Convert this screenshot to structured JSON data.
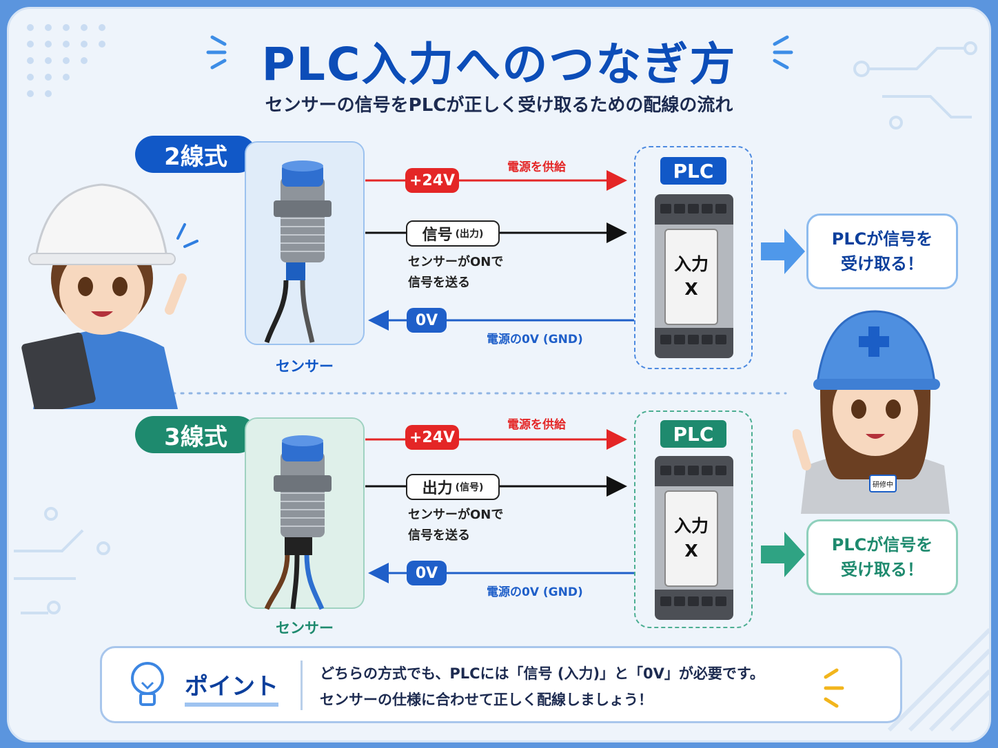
{
  "title": "PLC入力へのつなぎ方",
  "subtitle": "センサーの信号をPLCが正しく受け取るための配線の流れ",
  "two_wire": {
    "label": "2線式",
    "sensor_label": "センサー",
    "power": {
      "tag": "+24V",
      "caption": "電源を供給"
    },
    "signal": {
      "main": "信号",
      "sub": "(出力)"
    },
    "signal_note": [
      "センサーがONで",
      "信号を送る"
    ],
    "ground": {
      "tag": "0V",
      "caption": "電源の0V (GND)"
    },
    "plc": {
      "label": "PLC",
      "input_line1": "入力",
      "input_line2": "X"
    },
    "result": [
      "PLCが信号を",
      "受け取る！"
    ],
    "color": "#1158c7"
  },
  "three_wire": {
    "label": "3線式",
    "sensor_label": "センサー",
    "power": {
      "tag": "+24V",
      "caption": "電源を供給"
    },
    "signal": {
      "main": "出力",
      "sub": "(信号)"
    },
    "signal_note": [
      "センサーがONで",
      "信号を送る"
    ],
    "ground": {
      "tag": "0V",
      "caption": "電源の0V (GND)"
    },
    "plc": {
      "label": "PLC",
      "input_line1": "入力",
      "input_line2": "X"
    },
    "result": [
      "PLCが信号を",
      "受け取る！"
    ],
    "color": "#1e8a6e"
  },
  "point": {
    "title": "ポイント",
    "lines": [
      "どちらの方式でも、PLCには「信号 (入力)」と「0V」が必要です。",
      "センサーの仕様に合わせて正しく配線しましょう！"
    ]
  },
  "badge_text": "研修中",
  "colors": {
    "title": "#0c4db8",
    "power": "#e42626",
    "ground": "#1f5fc9",
    "signal": "#111111"
  }
}
